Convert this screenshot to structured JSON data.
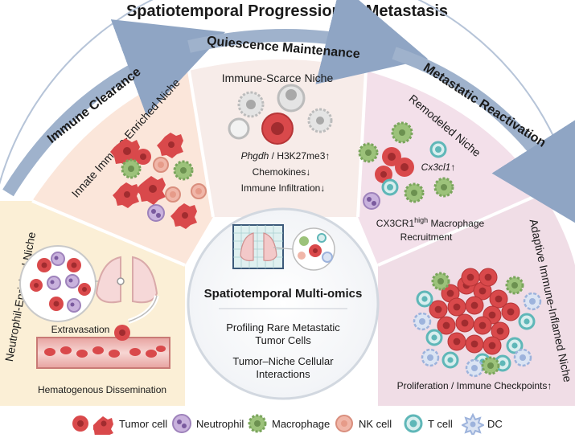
{
  "title": "Spatiotemporal Progression of Metastasis",
  "stages": {
    "immune_clearance": "Immune Clearance",
    "quiescence_maintenance": "Quiescence Maintenance",
    "metastatic_reactivation": "Metastatic Reactivation"
  },
  "niches": {
    "neutrophil": "Neutrophil-Enriched Niche",
    "innate": "Innate Immune-Enriched Niche",
    "scarce": "Immune-Scarce Niche",
    "remodeled": "Remodeled Niche",
    "adaptive": "Adaptive Immune-Inflamed Niche"
  },
  "annotations": {
    "phgdh_gene": "Phgdh",
    "phgdh_rest": " / H3K27me3↑",
    "chemokines": "Chemokines↓",
    "immune_infiltration": "Immune Infiltration↓",
    "cx3cl1": "Cx3cl1↑",
    "macrophage_recruit_pre": "CX3CR1",
    "macrophage_recruit_sup": "high",
    "macrophage_recruit_post": " Macrophage",
    "recruitment": "Recruitment",
    "extravasation": "Extravasation",
    "hematogenous": "Hematogenous Dissemination",
    "proliferation": "Proliferation / Immune Checkpoints↑"
  },
  "center": {
    "title": "Spatiotemporal Multi-omics",
    "line1": "Profiling Rare Metastatic",
    "line2": "Tumor Cells",
    "line3": "Tumor–Niche Cellular",
    "line4": "Interactions"
  },
  "legend": [
    {
      "label": "Tumor cell",
      "icon": "tumor-cell-icon"
    },
    {
      "label": "Neutrophil",
      "icon": "neutrophil-icon"
    },
    {
      "label": "Macrophage",
      "icon": "macrophage-icon"
    },
    {
      "label": "NK cell",
      "icon": "nk-cell-icon"
    },
    {
      "label": "T cell",
      "icon": "t-cell-icon"
    },
    {
      "label": "DC",
      "icon": "dc-icon"
    }
  ],
  "colors": {
    "tumor": "#d9494b",
    "neutrophil": "#c9b2dd",
    "macrophage": "#9cc27a",
    "nk": "#f0b6a8",
    "tcell": "#5fb7b8",
    "dc": "#9db3dc",
    "arrow": "#8fa5c4"
  }
}
